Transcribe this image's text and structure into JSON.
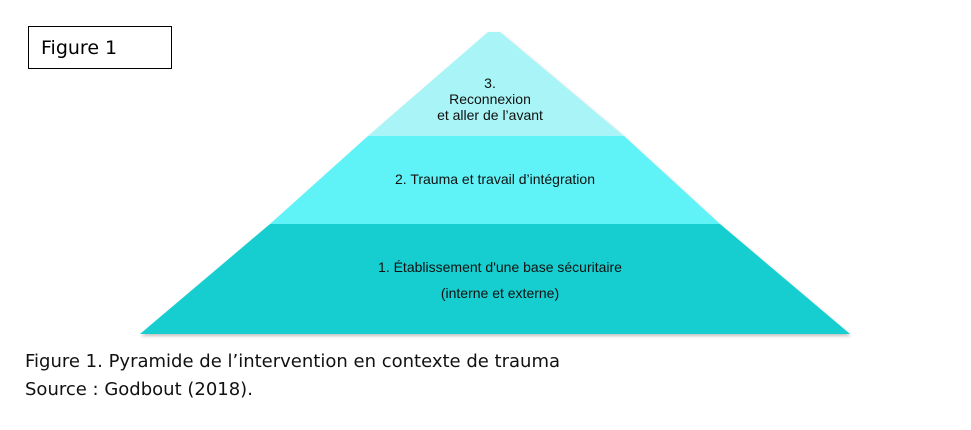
{
  "figure_box": {
    "label": "Figure 1"
  },
  "pyramid": {
    "tiers": [
      {
        "level": 3,
        "lines": [
          "3.",
          "Reconnexion",
          "et aller  de l’avant"
        ],
        "color": "#a8f4f6"
      },
      {
        "level": 2,
        "lines": [
          "2. Trauma  et travail  d’intégration"
        ],
        "color": "#5ff2f6"
      },
      {
        "level": 1,
        "lines": [
          "1. Établissement  d'une  base sécuritaire",
          "(interne  et externe)"
        ],
        "color": "#16cdcf"
      }
    ]
  },
  "caption": {
    "title": "Figure 1. Pyramide de l’intervention en contexte de trauma",
    "source": "Source : Godbout (2018)."
  }
}
